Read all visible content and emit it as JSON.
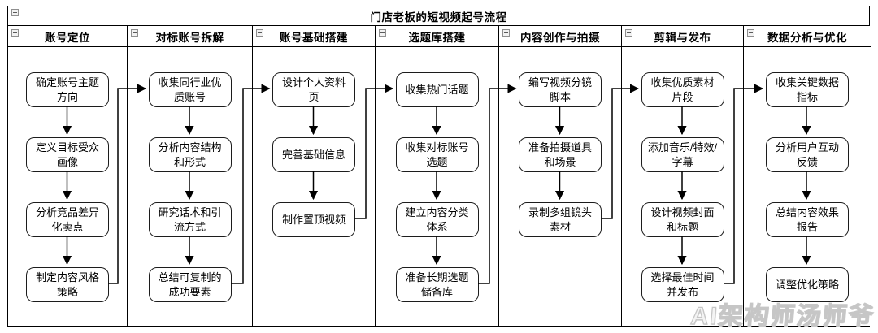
{
  "title": "门店老板的短视频起号流程",
  "watermark": "AI架构师汤师爷",
  "columns": [
    {
      "header": "账号定位",
      "steps": [
        "确定账号主题方向",
        "定义目标受众画像",
        "分析竞品差异化卖点",
        "制定内容风格策略"
      ]
    },
    {
      "header": "对标账号拆解",
      "steps": [
        "收集同行业优质账号",
        "分析内容结构和形式",
        "研究话术和引流方式",
        "总结可复制的成功要素"
      ]
    },
    {
      "header": "账号基础搭建",
      "steps": [
        "设计个人资料页",
        "完善基础信息",
        "制作置顶视频"
      ]
    },
    {
      "header": "选题库搭建",
      "steps": [
        "收集热门话题",
        "收集对标账号选题",
        "建立内容分类体系",
        "准备长期选题储备库"
      ]
    },
    {
      "header": "内容创作与拍摄",
      "steps": [
        "编写视频分镜脚本",
        "准备拍摄道具和场景",
        "录制多组镜头素材"
      ]
    },
    {
      "header": "剪辑与发布",
      "steps": [
        "收集优质素材片段",
        "添加音乐/特效/字幕",
        "设计视频封面和标题",
        "选择最佳时间并发布"
      ]
    },
    {
      "header": "数据分析与优化",
      "steps": [
        "收集关键数据指标",
        "分析用户互动反馈",
        "总结内容效果报告",
        "调整优化策略"
      ]
    }
  ],
  "colors": {
    "line": "#000000",
    "node_border": "#1c1c1c",
    "background": "#ffffff",
    "watermark": "#c6c6c6"
  }
}
